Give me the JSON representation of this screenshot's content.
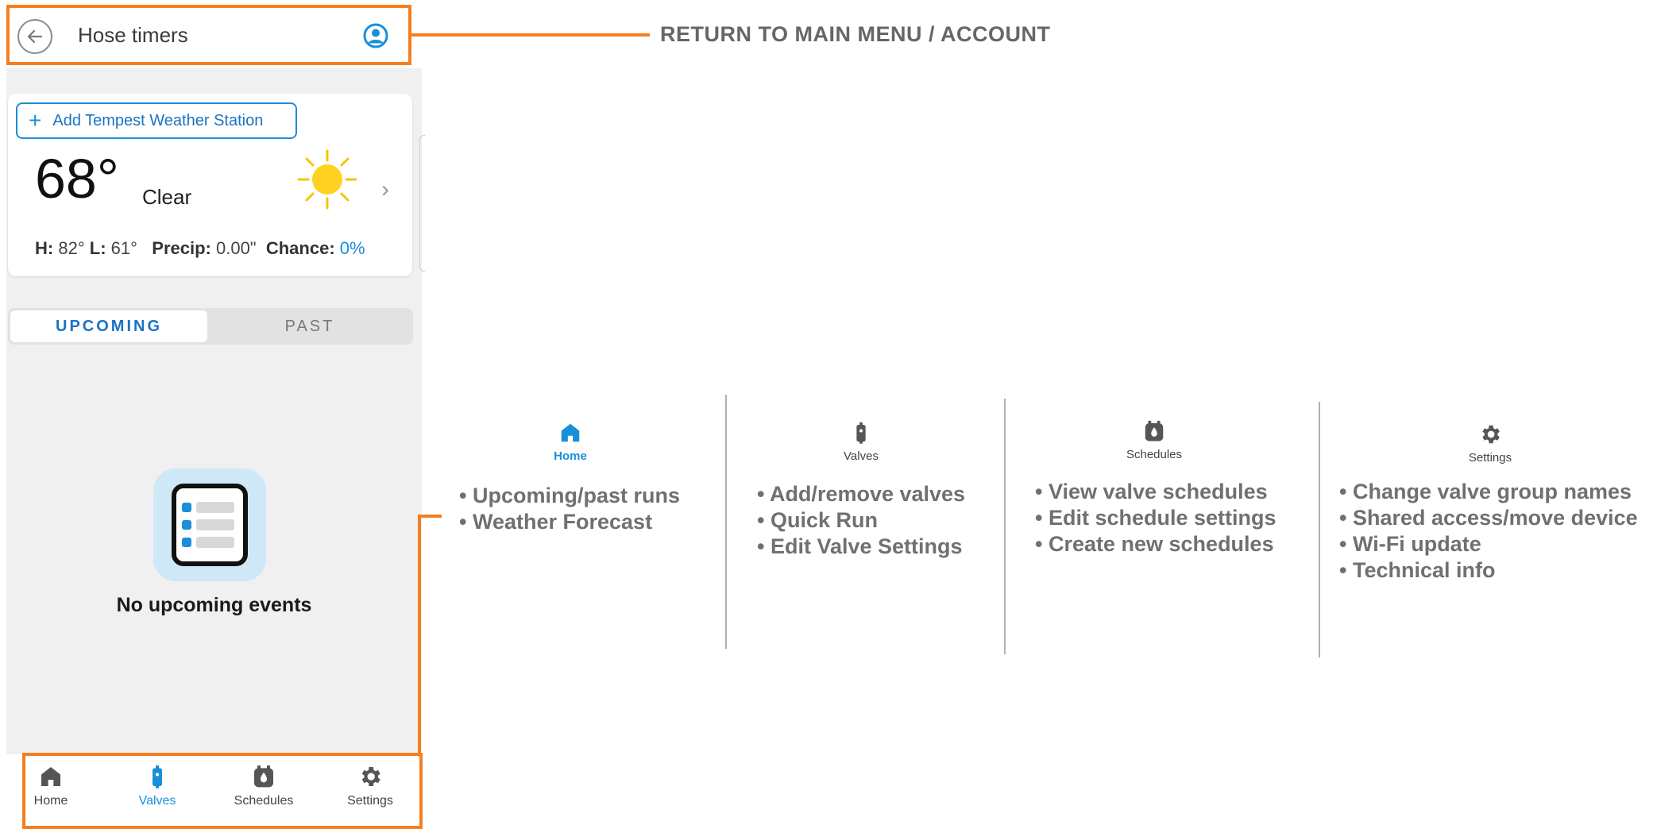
{
  "header": {
    "title": "Hose timers"
  },
  "annotation_top": "RETURN TO MAIN MENU / ACCOUNT",
  "weather": {
    "add_station_label": "Add Tempest Weather Station",
    "temperature": "68°",
    "condition": "Clear",
    "high_label": "H:",
    "high": "82°",
    "low_label": "L:",
    "low": "61°",
    "precip_label": "Precip:",
    "precip": "0.00\"",
    "chance_label": "Chance:",
    "chance": "0%"
  },
  "tabs": {
    "upcoming": "UPCOMING",
    "past": "PAST"
  },
  "empty_state": "No upcoming events",
  "nav": [
    {
      "label": "Home",
      "icon": "home-icon"
    },
    {
      "label": "Valves",
      "icon": "valve-icon",
      "active": true
    },
    {
      "label": "Schedules",
      "icon": "schedule-icon"
    },
    {
      "label": "Settings",
      "icon": "gear-icon"
    }
  ],
  "columns": [
    {
      "label": "Home",
      "icon": "home-icon",
      "bullets": [
        "Upcoming/past runs",
        "Weather Forecast"
      ]
    },
    {
      "label": "Valves",
      "icon": "valve-icon",
      "bullets": [
        "Add/remove valves",
        "Quick Run",
        "Edit Valve Settings"
      ]
    },
    {
      "label": "Schedules",
      "icon": "schedule-icon",
      "bullets": [
        "View valve schedules",
        "Edit schedule settings",
        "Create new schedules"
      ]
    },
    {
      "label": "Settings",
      "icon": "gear-icon",
      "bullets": [
        "Change valve group names",
        "Shared access/move device",
        "Wi-Fi update",
        "Technical info"
      ]
    }
  ],
  "colors": {
    "accent": "#1a8fd8",
    "highlight": "#f57f20"
  }
}
